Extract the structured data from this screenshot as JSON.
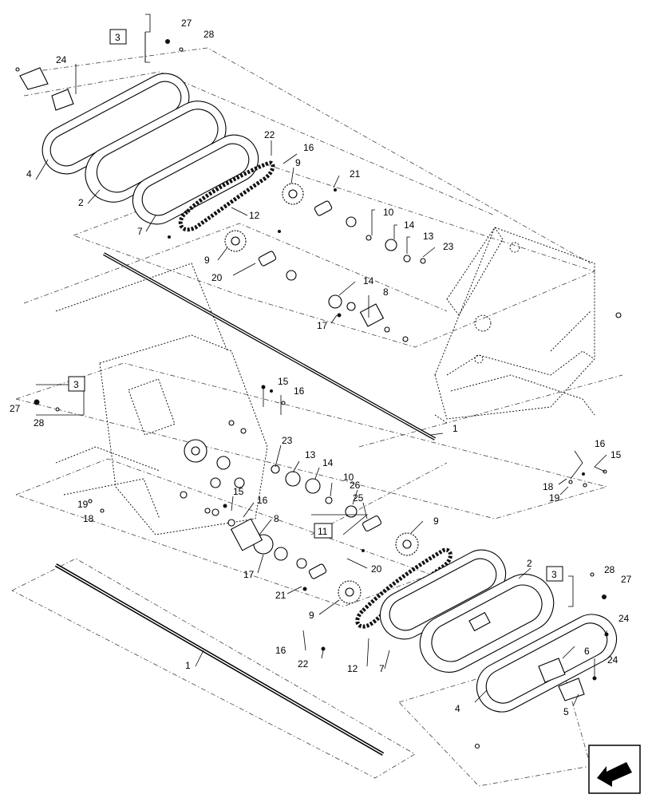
{
  "callouts": {
    "c27_tl": "27",
    "c28_tl": "28",
    "c3_tl": "3",
    "c24_tl": "24",
    "c4_tl": "4",
    "c2_tl": "2",
    "c7_tl": "7",
    "c22_t": "22",
    "c16_t": "16",
    "c9_t": "9",
    "c21_t": "21",
    "c12_t": "12",
    "c9_tl": "9",
    "c20_t": "20",
    "c10_t": "10",
    "c14_t": "14",
    "c13_t": "13",
    "c23_t": "23",
    "c14_m": "14",
    "c8_m": "8",
    "c17_m": "17",
    "c3_ml": "3",
    "c27_ml": "27",
    "c28_ml": "28",
    "c15_m": "15",
    "c16_m": "16",
    "c1_m": "1",
    "c23_c": "23",
    "c13_c": "13",
    "c14_c": "14",
    "c10_c": "10",
    "c26_c": "26",
    "c25_c": "25",
    "c11_c": "11",
    "c9_cr": "9",
    "c15_c": "15",
    "c16_c": "16",
    "c8_c": "8",
    "c17_c": "17",
    "c19_l": "19",
    "c18_l": "18",
    "c20_c": "20",
    "c21_c": "21",
    "c9_cl": "9",
    "c16_r": "16",
    "c15_r": "15",
    "c18_r": "18",
    "c19_r": "19",
    "c2_r": "2",
    "c3_r": "3",
    "c28_r": "28",
    "c27_r": "27",
    "c24_r": "24",
    "c16_b": "16",
    "c22_b": "22",
    "c12_b": "12",
    "c7_b": "7",
    "c6_b": "6",
    "c24_b": "24",
    "c4_b": "4",
    "c5_b": "5",
    "c1_b": "1"
  },
  "icons": {
    "nav": "next-page-arrow-icon"
  }
}
